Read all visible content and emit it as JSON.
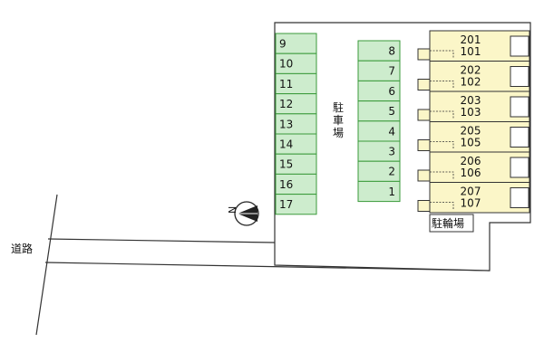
{
  "road_label": "道路",
  "parking_label": [
    "駐",
    "車",
    "場"
  ],
  "bicycle_parking_label": "駐輪場",
  "compass_label": "N",
  "parking_left": [
    "9",
    "10",
    "11",
    "12",
    "13",
    "14",
    "15",
    "16",
    "17"
  ],
  "parking_right": [
    "8",
    "7",
    "6",
    "5",
    "4",
    "3",
    "2",
    "1"
  ],
  "units": [
    {
      "upper": "201",
      "lower": "101"
    },
    {
      "upper": "202",
      "lower": "102"
    },
    {
      "upper": "203",
      "lower": "103"
    },
    {
      "upper": "205",
      "lower": "105"
    },
    {
      "upper": "206",
      "lower": "106"
    },
    {
      "upper": "207",
      "lower": "107"
    }
  ],
  "colors": {
    "parking_fill": "#cdeccd",
    "parking_stroke": "#3a9a3a",
    "building_fill": "#fbf6c8",
    "line": "#333333"
  }
}
